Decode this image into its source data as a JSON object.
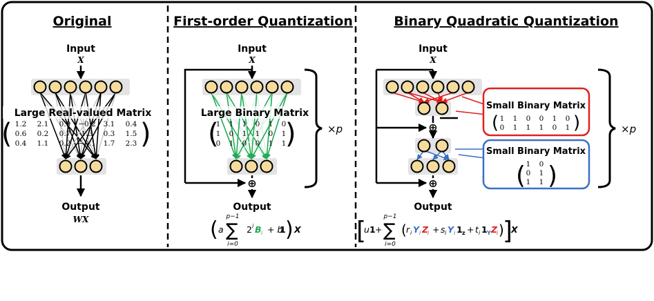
{
  "panels": {
    "original": {
      "title": "Original",
      "input_label": "Input",
      "input_var": "X",
      "matrix_label": "Large Real-valued Matrix",
      "matrix_rows": [
        [
          "1.2",
          "2.1",
          "0.9",
          "−0.2",
          "3.1",
          "0.4"
        ],
        [
          "0.6",
          "0.2",
          "0.7",
          "1.3",
          "0.3",
          "1.5"
        ],
        [
          "0.4",
          "1.1",
          "0.2",
          "−0.1",
          "1.7",
          "2.3"
        ]
      ],
      "output_label": "Output",
      "output_var": "WX"
    },
    "first_order": {
      "title": "First-order Quantization",
      "input_label": "Input",
      "input_var": "X",
      "matrix_label": "Large Binary Matrix",
      "matrix_rows": [
        [
          "1",
          "1",
          "1",
          "0",
          "1",
          "0"
        ],
        [
          "1",
          "0",
          "1",
          "1",
          "0",
          "1"
        ],
        [
          "0",
          "1",
          "0",
          "0",
          "1",
          "1"
        ]
      ],
      "repeat_label": "×p",
      "sum_symbol": "⊕",
      "output_label": "Output",
      "formula": {
        "open": "(",
        "a": "a",
        "sigma": "∑",
        "upper": "p−1",
        "lower": "i=0",
        "pow": "2",
        "pow_i": "i",
        "B": "B",
        "B_sub": "i",
        "plus_b1": " + b",
        "one": "1",
        "close": ")",
        "X": "X"
      },
      "colors": {
        "binary_edges": "#22aa55"
      }
    },
    "bqq": {
      "title": "Binary Quadratic Quantization",
      "input_label": "Input",
      "input_var": "X",
      "box1_label": "Small Binary Matrix",
      "box1_rows": [
        [
          "1",
          "1",
          "0",
          "0",
          "1",
          "0"
        ],
        [
          "0",
          "1",
          "1",
          "1",
          "0",
          "1"
        ]
      ],
      "box2_label": "Small Binary Matrix",
      "box2_rows": [
        [
          "1",
          "0"
        ],
        [
          "0",
          "1"
        ],
        [
          "1",
          "1"
        ]
      ],
      "repeat_label": "×p",
      "sum_symbol": "⊕",
      "output_label": "Output",
      "formula": {
        "u1": "u",
        "one": "1",
        "plus": " + ",
        "sigma": "∑",
        "upper": "p−1",
        "lower": "i=0",
        "open": "(",
        "r": "r",
        "i": "i",
        "Y": "Y",
        "Z": "Z",
        "s": "s",
        "one_z": "1",
        "z_sub": "z",
        "t": "t",
        "one_y": "1",
        "y_sub": "Y",
        "close": ")",
        "X": "X"
      },
      "colors": {
        "red": "#e02020",
        "blue": "#3a6fc4"
      }
    }
  }
}
